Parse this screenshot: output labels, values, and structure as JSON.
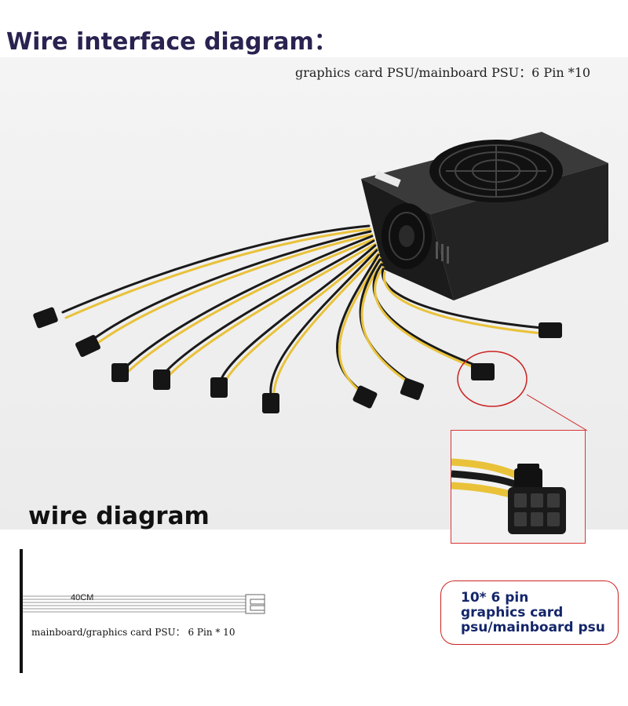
{
  "title": "Wire interface diagram：",
  "psu_note": "graphics card PSU/mainboard PSU：6 Pin *10",
  "subtitle": "wire diagram",
  "wire": {
    "length_label": "40CM",
    "connector_label": "mainboard/graphics card PSU： 6 Pin * 10"
  },
  "callout": {
    "line1": "10*  6 pin",
    "line2": "graphics card",
    "line3": "psu/mainboard psu"
  },
  "colors": {
    "title": "#2a2250",
    "highlight": "#cc2222",
    "callout_text": "#14266a",
    "cable_yellow": "#e9c23a",
    "cable_black": "#1a1a1a"
  }
}
